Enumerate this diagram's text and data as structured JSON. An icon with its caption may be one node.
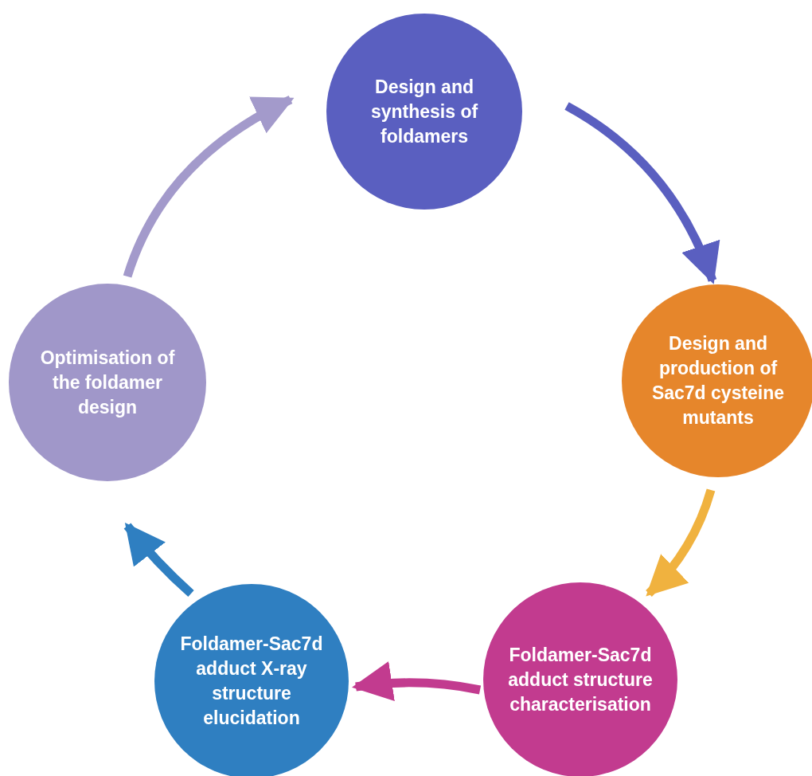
{
  "diagram": {
    "nodes": [
      {
        "text": [
          "Design and synthesis of foldamers"
        ]
      },
      {
        "text": [
          "Design and production of Sac7d cysteine mutants"
        ]
      },
      {
        "text": [
          "Foldamer-Sac7d adduct structure characterisation"
        ]
      },
      {
        "text": [
          "Foldamer-Sac7d adduct X-ray structure elucidation"
        ]
      },
      {
        "text": [
          "Optimisation of the foldamer design"
        ]
      }
    ],
    "edges": [
      {
        "from": 0,
        "to": 1,
        "arrow": "to",
        "color": "#5a5fc0"
      },
      {
        "from": 1,
        "to": 2,
        "arrow": "to",
        "color": "#f0b23f"
      },
      {
        "from": 2,
        "to": 3,
        "arrow": "to",
        "color": "#c23b8f"
      },
      {
        "from": 3,
        "to": 4,
        "arrow": "to",
        "color": "#2f7fc1"
      },
      {
        "from": 4,
        "to": 0,
        "arrow": "to",
        "color": "#a39acb"
      }
    ]
  }
}
